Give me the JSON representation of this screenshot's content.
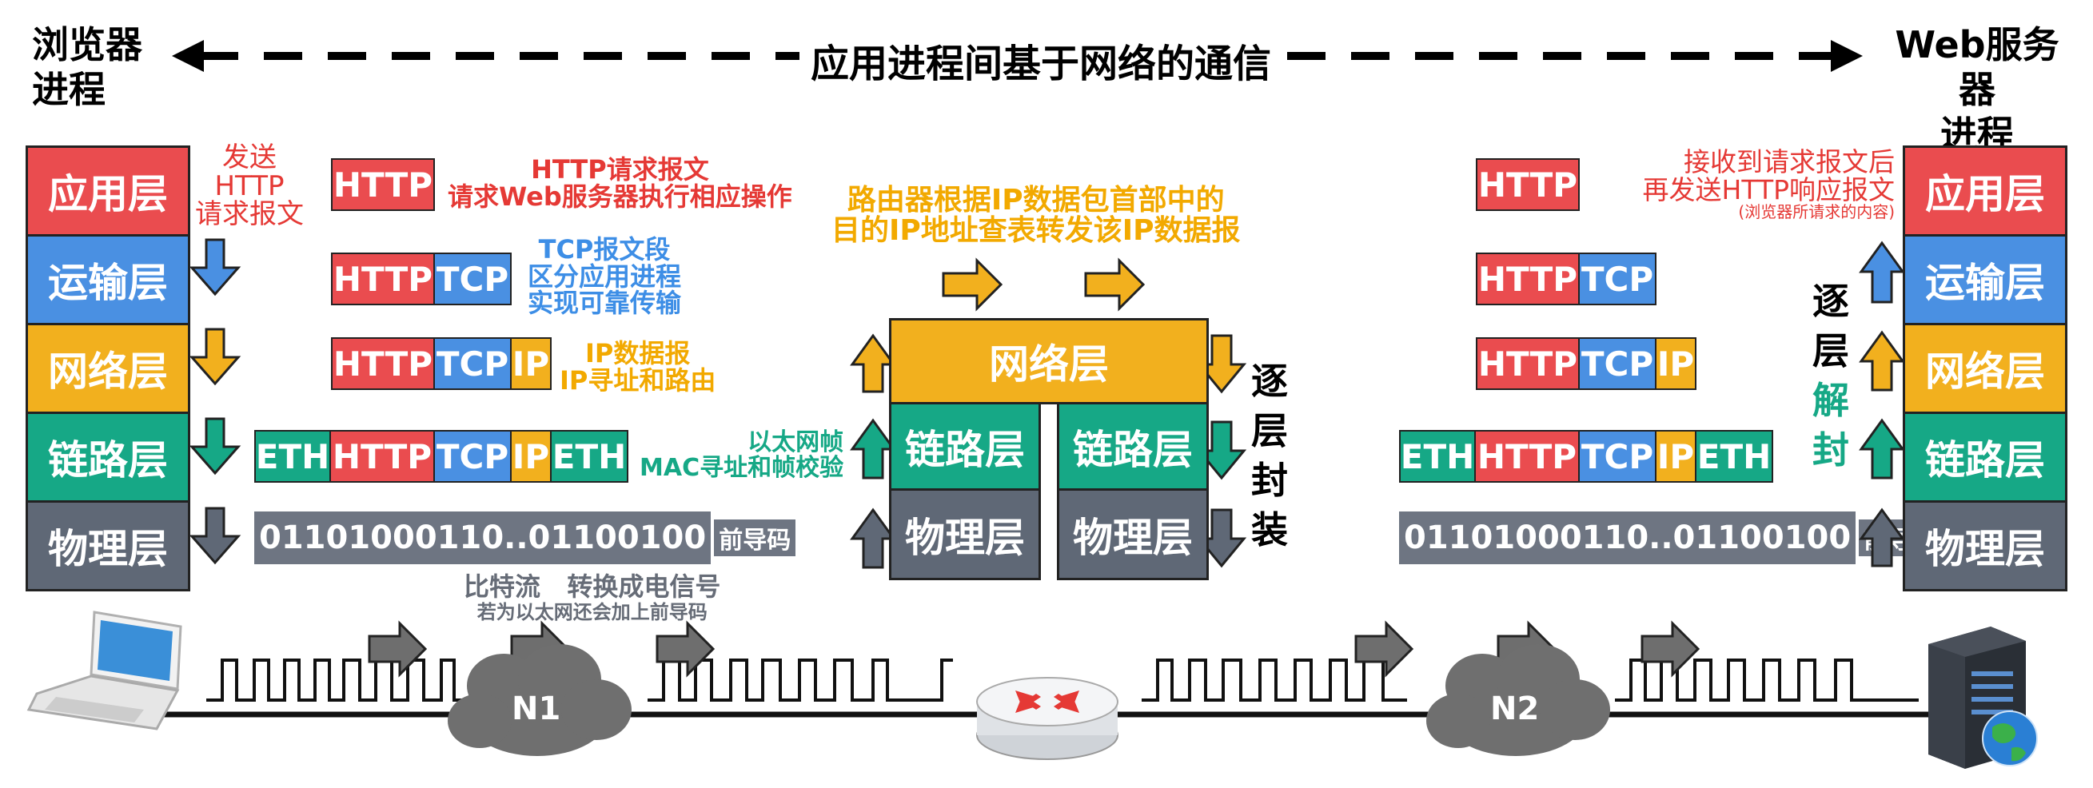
{
  "header": {
    "left_title_line1": "浏览器",
    "left_title_line2": "进程",
    "right_title_line1": "Web服务器",
    "right_title_line2": "进程",
    "center_title": "应用进程间基于网络的通信"
  },
  "layers": {
    "application": "应用层",
    "transport": "运输层",
    "network": "网络层",
    "link": "链路层",
    "physical": "物理层"
  },
  "packet_labels": {
    "http": "HTTP",
    "tcp": "TCP",
    "ip": "IP",
    "eth": "ETH",
    "bits": "01101000110..01100100",
    "preamble": "前导码"
  },
  "notes": {
    "send_line1": "发送",
    "send_line2": "HTTP",
    "send_line3": "请求报文",
    "http_msg_line1": "HTTP请求报文",
    "http_msg_line2": "请求Web服务器执行相应操作",
    "tcp_seg_line1": "TCP报文段",
    "tcp_seg_line2": "区分应用进程",
    "tcp_seg_line3": "实现可靠传输",
    "ip_line1": "IP数据报",
    "ip_line2": "IP寻址和路由",
    "eth_line1": "以太网帧",
    "eth_line2": "MAC寻址和帧校验",
    "router_line1": "路由器根据IP数据包首部中的",
    "router_line2": "目的IP地址查表转发该IP数据报",
    "bitstream_line1": "比特流   转换成电信号",
    "bitstream_line2": "若为以太网还会加上前导码",
    "recv_line1": "接收到请求报文后",
    "recv_line2": "再发送HTTP响应报文",
    "recv_line3": "(浏览器所请求的内容)",
    "encap": [
      "逐",
      "层",
      "封",
      "装"
    ],
    "decap": [
      "逐",
      "层",
      "解",
      "封"
    ]
  },
  "network": {
    "n1": "N1",
    "n2": "N2"
  },
  "colors": {
    "application": "#ea4c4f",
    "transport": "#4a90e2",
    "network": "#f2b01e",
    "link": "#16a886",
    "physical": "#5f6876"
  },
  "icons": {
    "client": "laptop-icon",
    "server": "server-globe-icon",
    "router": "router-icon",
    "cloud": "cloud-icon"
  }
}
